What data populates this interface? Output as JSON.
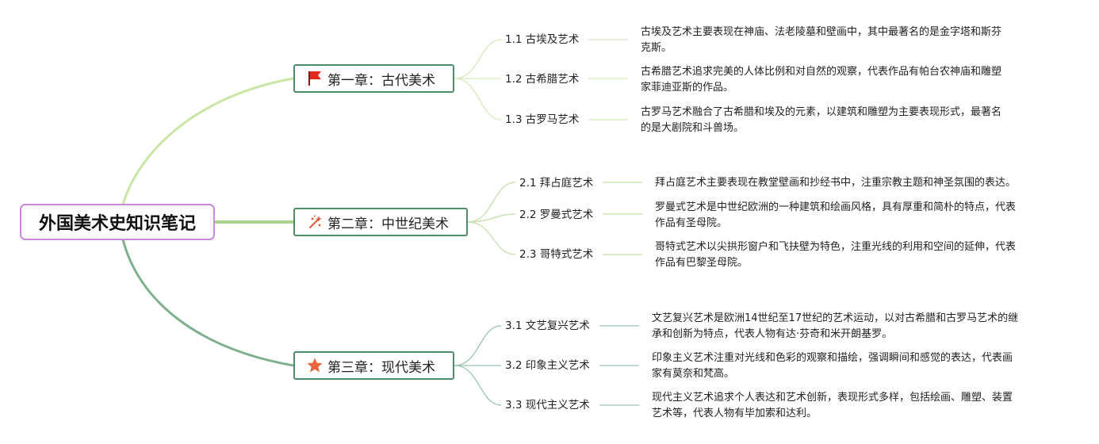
{
  "root": {
    "title": "外国美术史知识笔记"
  },
  "colors": {
    "root_border": "#c78ad8",
    "chapter_border": "#4f8c6a",
    "branch_1": "#c9e6a4",
    "branch_2": "#a9d48c",
    "branch_3": "#7fb08d",
    "sub_lines_1": "#d6eabe",
    "sub_lines_2": "#c4e0a8",
    "sub_lines_3": "#9cc4ac"
  },
  "chapters": [
    {
      "title": "第一章：古代美术",
      "icon": "red-flag-icon",
      "items": [
        {
          "label": "1.1 古埃及艺术",
          "desc_lines": [
            "古埃及艺术主要表现在神庙、法老陵墓和壁画中，其中最著名的是金字塔和斯芬",
            "克斯。"
          ]
        },
        {
          "label": "1.2 古希腊艺术",
          "desc_lines": [
            "古希腊艺术追求完美的人体比例和对自然的观察，代表作品有帕台农神庙和雕塑",
            "家菲迪亚斯的作品。"
          ]
        },
        {
          "label": "1.3 古罗马艺术",
          "desc_lines": [
            "古罗马艺术融合了古希腊和埃及的元素，以建筑和雕塑为主要表现形式，最著名",
            "的是大剧院和斗兽场。"
          ]
        }
      ]
    },
    {
      "title": "第二章：中世纪美术",
      "icon": "sparkle-icon",
      "items": [
        {
          "label": "2.1 拜占庭艺术",
          "desc_lines": [
            "拜占庭艺术主要表现在教堂壁画和抄经书中，注重宗教主题和神圣氛围的表达。"
          ]
        },
        {
          "label": "2.2 罗曼式艺术",
          "desc_lines": [
            "罗曼式艺术是中世纪欧洲的一种建筑和绘画风格，具有厚重和简朴的特点，代表",
            "作品有圣母院。"
          ]
        },
        {
          "label": "2.3 哥特式艺术",
          "desc_lines": [
            "哥特式艺术以尖拱形窗户和飞扶壁为特色，注重光线的利用和空间的延伸，代表",
            "作品有巴黎圣母院。"
          ]
        }
      ]
    },
    {
      "title": "第三章：现代美术",
      "icon": "star-icon",
      "items": [
        {
          "label": "3.1 文艺复兴艺术",
          "desc_lines": [
            "文艺复兴艺术是欧洲14世纪至17世纪的艺术运动，以对古希腊和古罗马艺术的继",
            "承和创新为特点，代表人物有达·芬奇和米开朗基罗。"
          ]
        },
        {
          "label": "3.2 印象主义艺术",
          "desc_lines": [
            "印象主义艺术注重对光线和色彩的观察和描绘，强调瞬间和感觉的表达，代表画",
            "家有莫奈和梵高。"
          ]
        },
        {
          "label": "3.3 现代主义艺术",
          "desc_lines": [
            "现代主义艺术追求个人表达和艺术创新，表现形式多样，包括绘画、雕塑、装置",
            "艺术等，代表人物有毕加索和达利。"
          ]
        }
      ]
    }
  ]
}
